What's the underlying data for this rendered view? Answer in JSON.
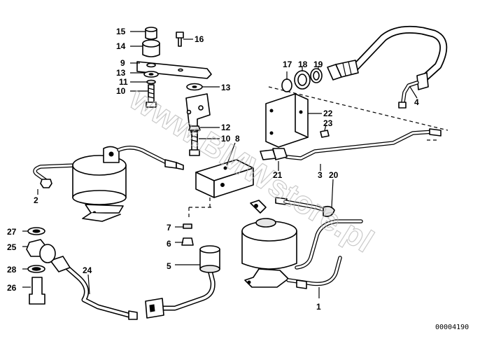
{
  "watermark": "www.BMWstore.pl",
  "drawing_number": "00004190",
  "callouts": [
    {
      "id": "c1",
      "label": "1"
    },
    {
      "id": "c2",
      "label": "2"
    },
    {
      "id": "c3",
      "label": "3"
    },
    {
      "id": "c4",
      "label": "4"
    },
    {
      "id": "c5",
      "label": "5"
    },
    {
      "id": "c6",
      "label": "6"
    },
    {
      "id": "c7",
      "label": "7"
    },
    {
      "id": "c8",
      "label": "8"
    },
    {
      "id": "c9",
      "label": "9"
    },
    {
      "id": "c10a",
      "label": "10"
    },
    {
      "id": "c10b",
      "label": "10"
    },
    {
      "id": "c11",
      "label": "11"
    },
    {
      "id": "c12",
      "label": "12"
    },
    {
      "id": "c13a",
      "label": "13"
    },
    {
      "id": "c13b",
      "label": "13"
    },
    {
      "id": "c14",
      "label": "14"
    },
    {
      "id": "c15",
      "label": "15"
    },
    {
      "id": "c16",
      "label": "16"
    },
    {
      "id": "c17",
      "label": "17"
    },
    {
      "id": "c18",
      "label": "18"
    },
    {
      "id": "c19",
      "label": "19"
    },
    {
      "id": "c20",
      "label": "20"
    },
    {
      "id": "c21",
      "label": "21"
    },
    {
      "id": "c22",
      "label": "22"
    },
    {
      "id": "c23",
      "label": "23"
    },
    {
      "id": "c24",
      "label": "24"
    },
    {
      "id": "c25",
      "label": "25"
    },
    {
      "id": "c26",
      "label": "26"
    },
    {
      "id": "c27",
      "label": "27"
    },
    {
      "id": "c28",
      "label": "28"
    }
  ]
}
